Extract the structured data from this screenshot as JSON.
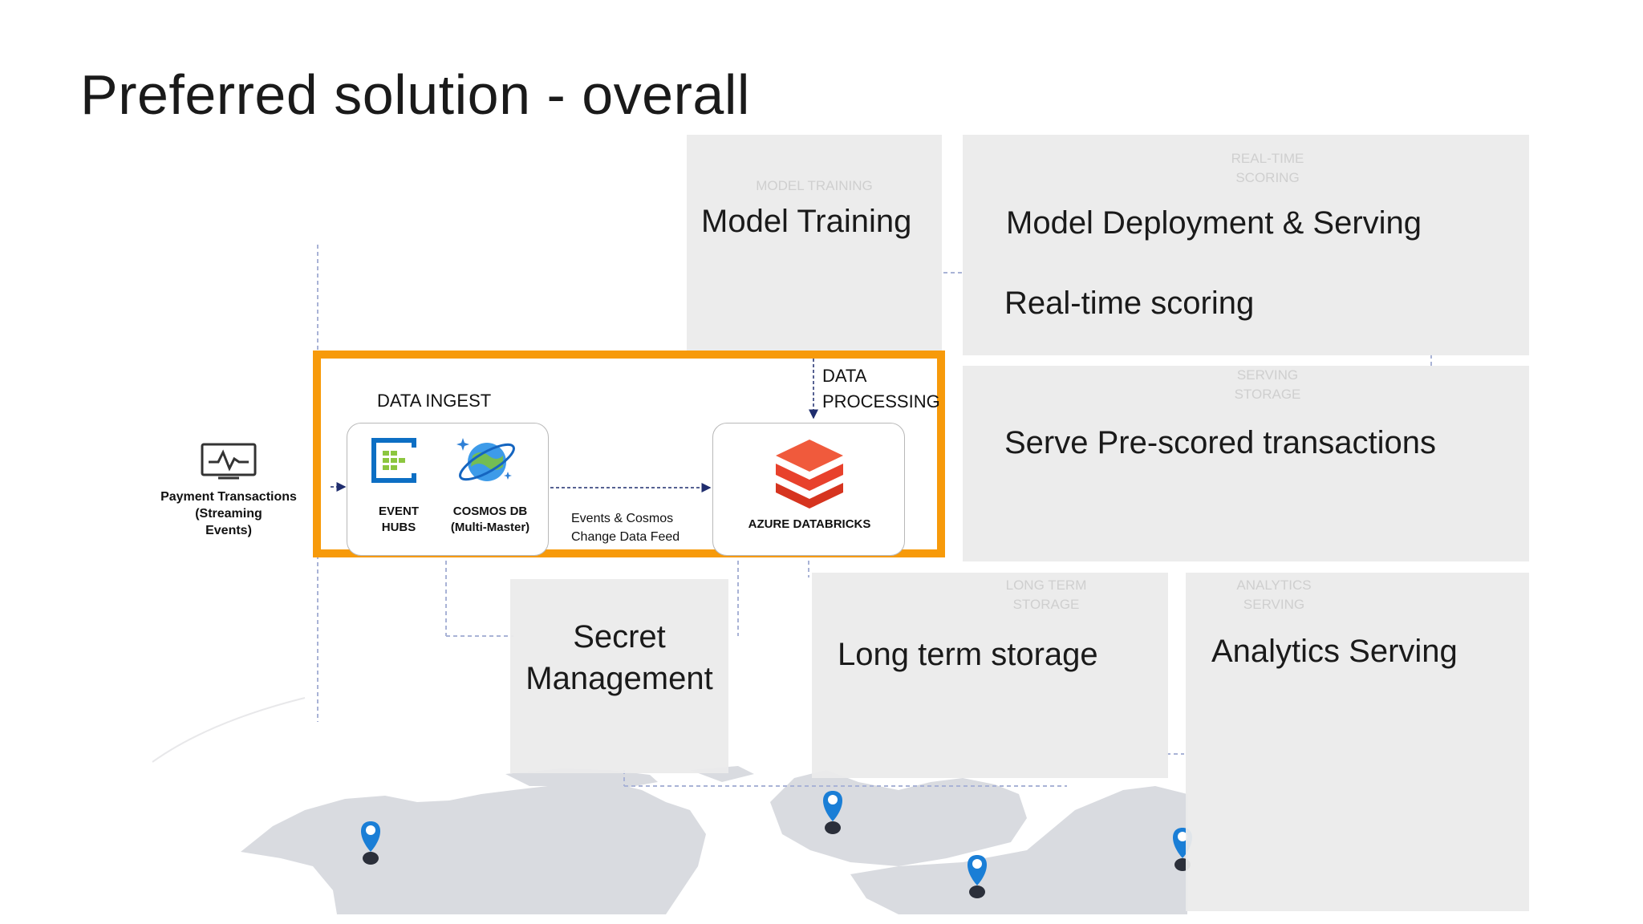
{
  "slide": {
    "title": "Preferred solution - overall"
  },
  "source": {
    "label_line1": "Payment Transactions",
    "label_line2": "(Streaming",
    "label_line3": "Events)",
    "icon": "activity-monitor-icon"
  },
  "data_ingest": {
    "label": "DATA INGEST",
    "services": [
      {
        "name_line1": "EVENT",
        "name_line2": "HUBS",
        "icon": "event-hubs-icon"
      },
      {
        "name_line1": "COSMOS DB",
        "name_line2": "(Multi-Master)",
        "icon": "cosmos-db-icon"
      }
    ]
  },
  "flow": {
    "line1": "Events & Cosmos",
    "line2": "Change Data Feed"
  },
  "data_processing": {
    "label_line1": "DATA",
    "label_line2": "PROCESSING",
    "service_name": "AZURE DATABRICKS",
    "icon": "databricks-icon"
  },
  "panels": {
    "model_training": "Model Training",
    "model_deployment": "Model Deployment & Serving",
    "realtime_scoring": "Real-time scoring",
    "serve_prescored": "Serve Pre-scored transactions",
    "secret_line1": "Secret",
    "secret_line2": "Management",
    "long_term_storage": "Long term storage",
    "analytics_serving": "Analytics Serving"
  },
  "ghost_labels": {
    "model_training": "MODEL TRAINING",
    "realtime_line1": "REAL-TIME",
    "realtime_line2": "SCORING",
    "serving_line1": "SERVING",
    "serving_line2": "STORAGE",
    "long_line1": "LONG TERM",
    "long_line2": "STORAGE",
    "analytics_line1": "ANALYTICS",
    "analytics_line2": "SERVING"
  },
  "colors": {
    "highlight": "#f79a0a",
    "panel": "#ebebeb",
    "map": "#d9dbe0",
    "pin": "#1a7ed6",
    "arrow": "#1f2d6e",
    "databricks_red": "#e8412c",
    "eventhubs_blue": "#0d6fc4",
    "eventhubs_green": "#8cc63f"
  }
}
